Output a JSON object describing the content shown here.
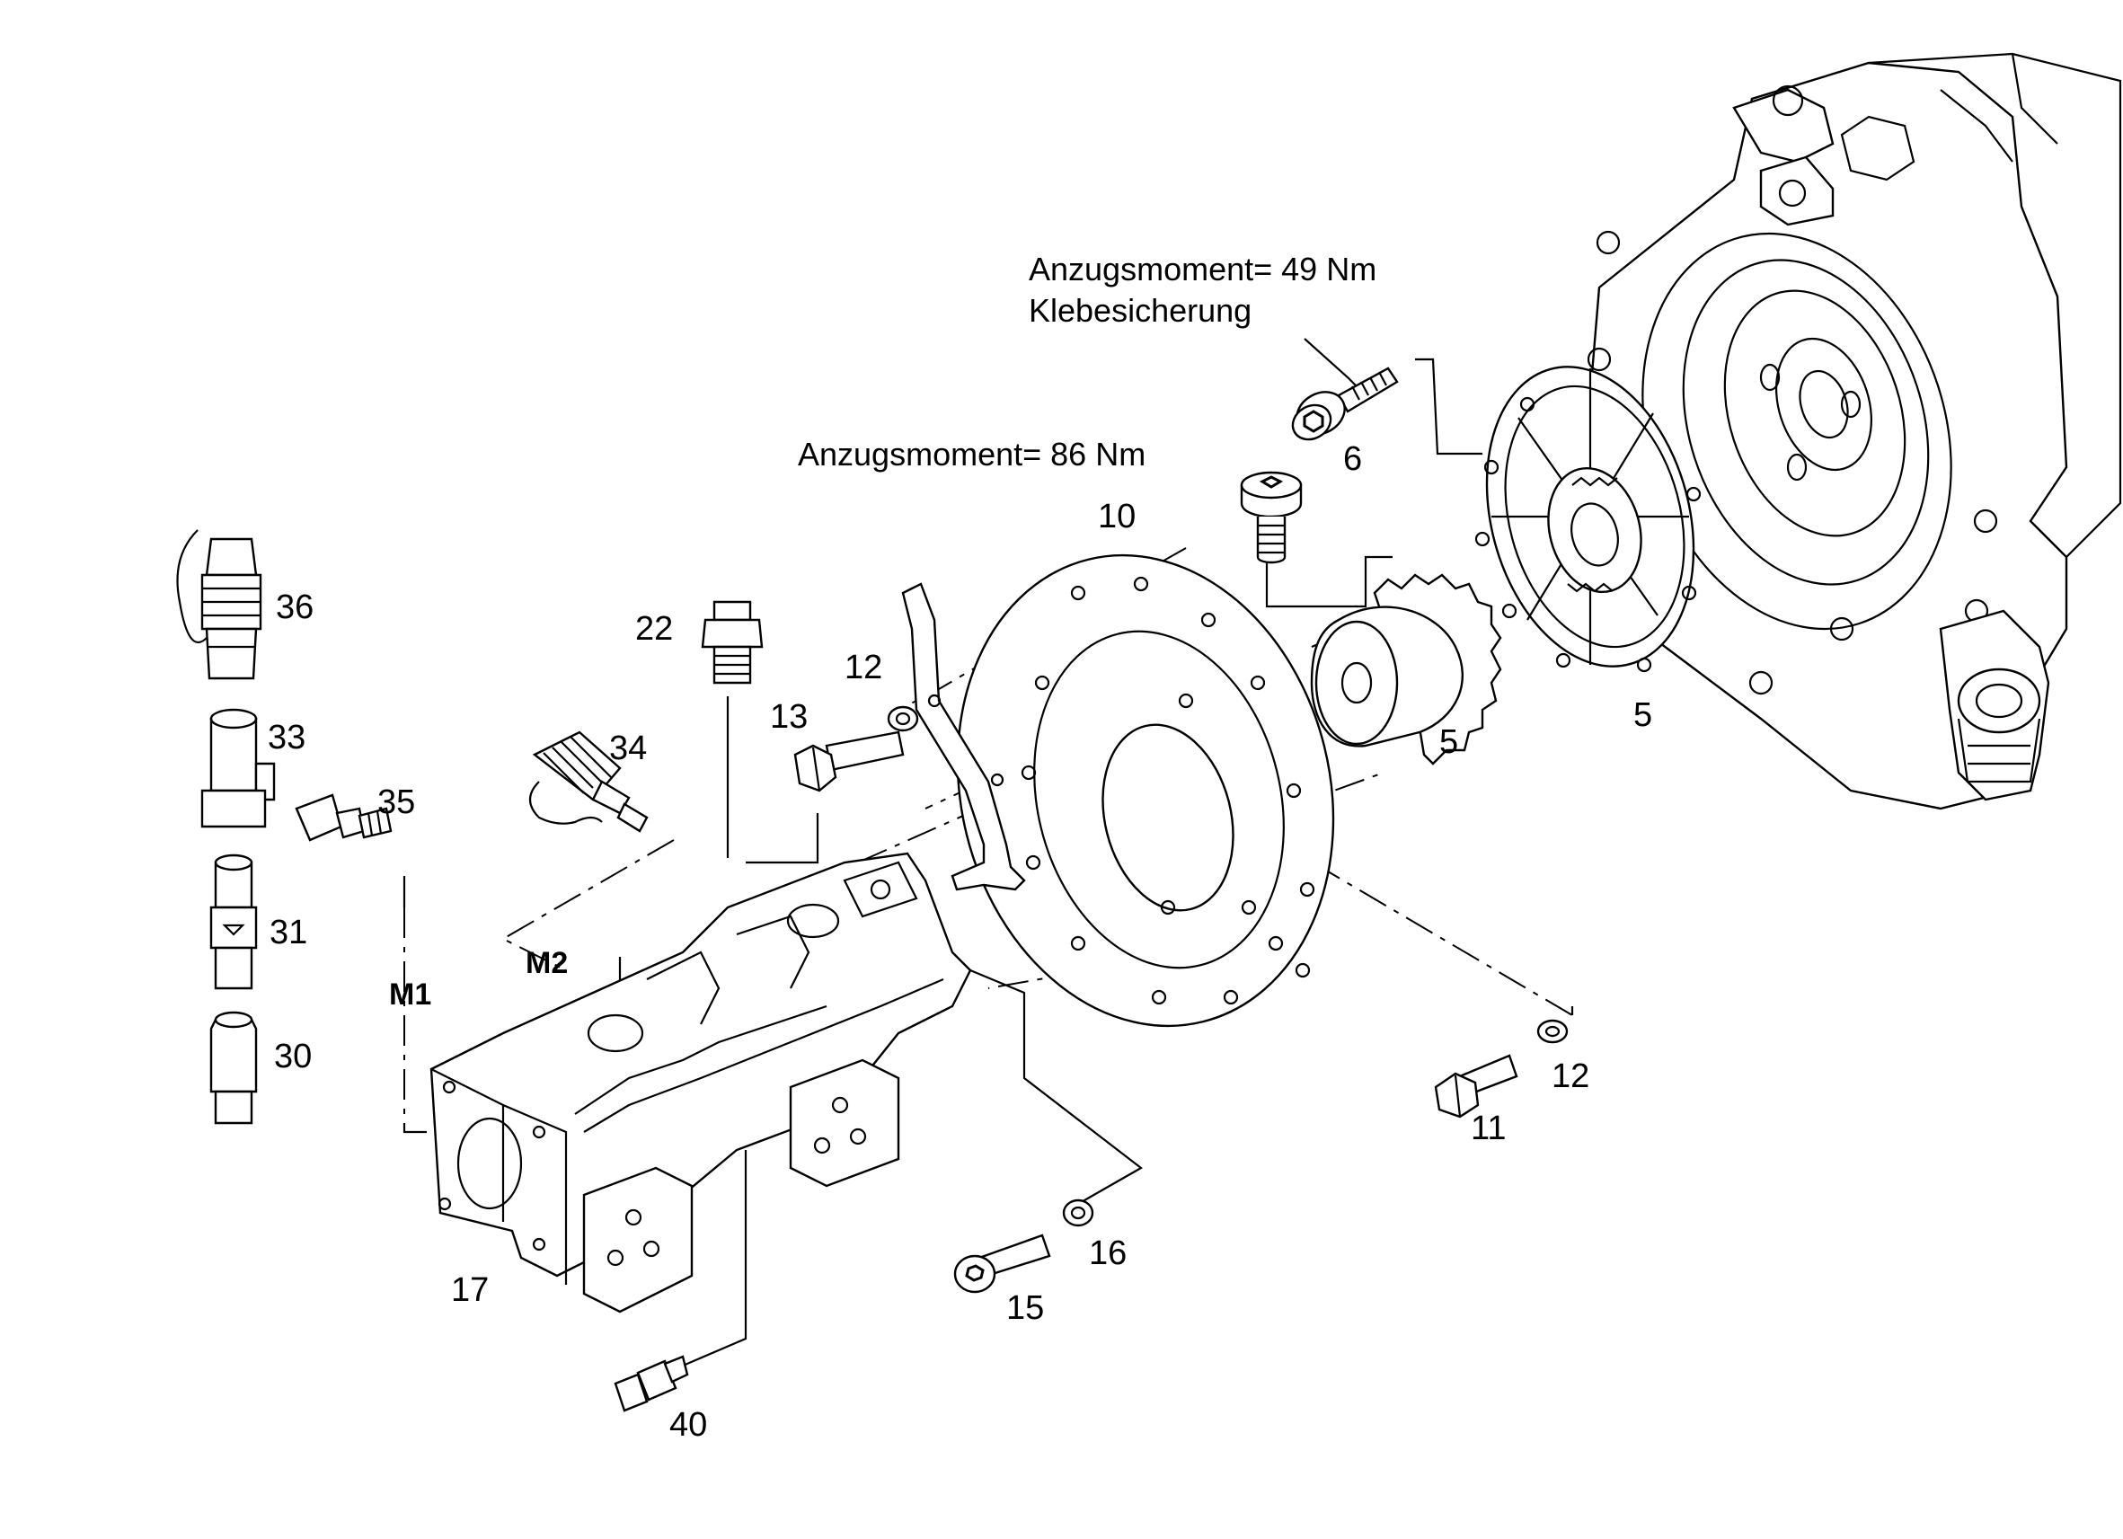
{
  "notes": {
    "torque_49": "Anzugsmoment= 49 Nm",
    "adhesive": "Klebesicherung",
    "torque_86": "Anzugsmoment= 86 Nm"
  },
  "labels": {
    "m1": "M1",
    "m2": "M2"
  },
  "callouts": {
    "p36": "36",
    "p33": "33",
    "p35": "35",
    "p31": "31",
    "p30": "30",
    "p34": "34",
    "p22": "22",
    "p13": "13",
    "p12a": "12",
    "p10": "10",
    "p6": "6",
    "p5a": "5",
    "p5b": "5",
    "p11": "11",
    "p12b": "12",
    "p16": "16",
    "p15": "15",
    "p17": "17",
    "p40": "40"
  }
}
